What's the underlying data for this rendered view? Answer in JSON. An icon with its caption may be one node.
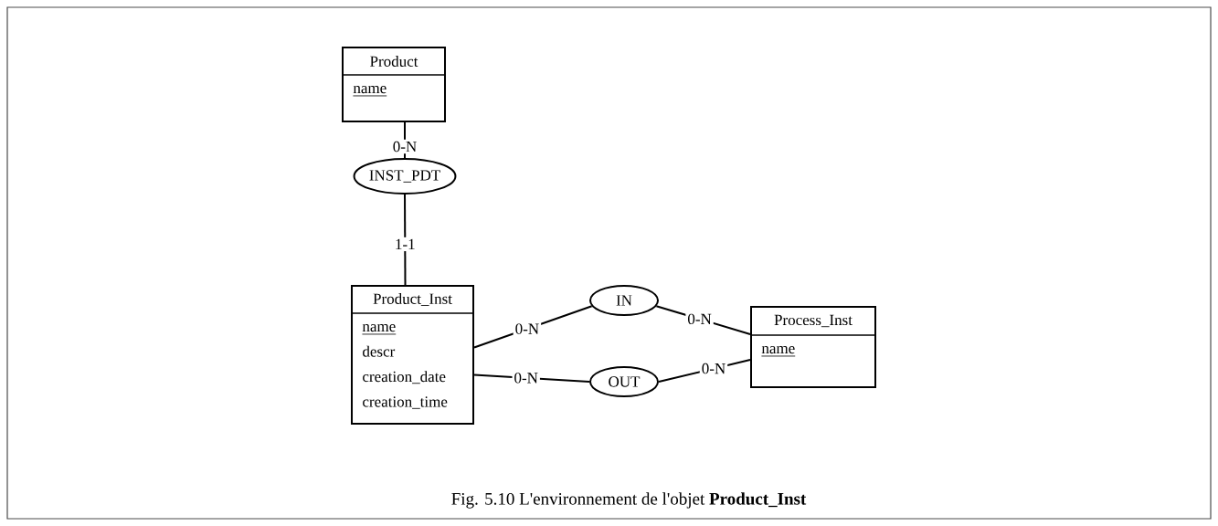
{
  "diagram": {
    "caption": "Fig. 5.10  L'environnement de l'objet **Product_Inst**",
    "nodes": [
      {
        "text": [
          "Product",
          "name"
        ]
      },
      {
        "text": [
          "INST_PDT"
        ]
      },
      {
        "text": [
          "Product_Inst",
          "name",
          "descr",
          "creation_date",
          "creation_time"
        ]
      },
      {
        "text": [
          "IN"
        ]
      },
      {
        "text": [
          "Process_Inst",
          "name"
        ]
      },
      {
        "text": [
          "OUT"
        ]
      }
    ],
    "edges": [
      {
        "from": 0,
        "to": 1,
        "arrow": "none",
        "label": "0-N"
      },
      {
        "from": 1,
        "to": 2,
        "arrow": "none",
        "label": "1-1"
      },
      {
        "from": 2,
        "to": 3,
        "arrow": "none",
        "label": "0-N"
      },
      {
        "from": 3,
        "to": 4,
        "arrow": "none",
        "label": "0-N"
      },
      {
        "from": 2,
        "to": 5,
        "arrow": "none",
        "label": "0-N"
      },
      {
        "from": 5,
        "to": 4,
        "arrow": "none",
        "label": "0-N"
      }
    ]
  }
}
